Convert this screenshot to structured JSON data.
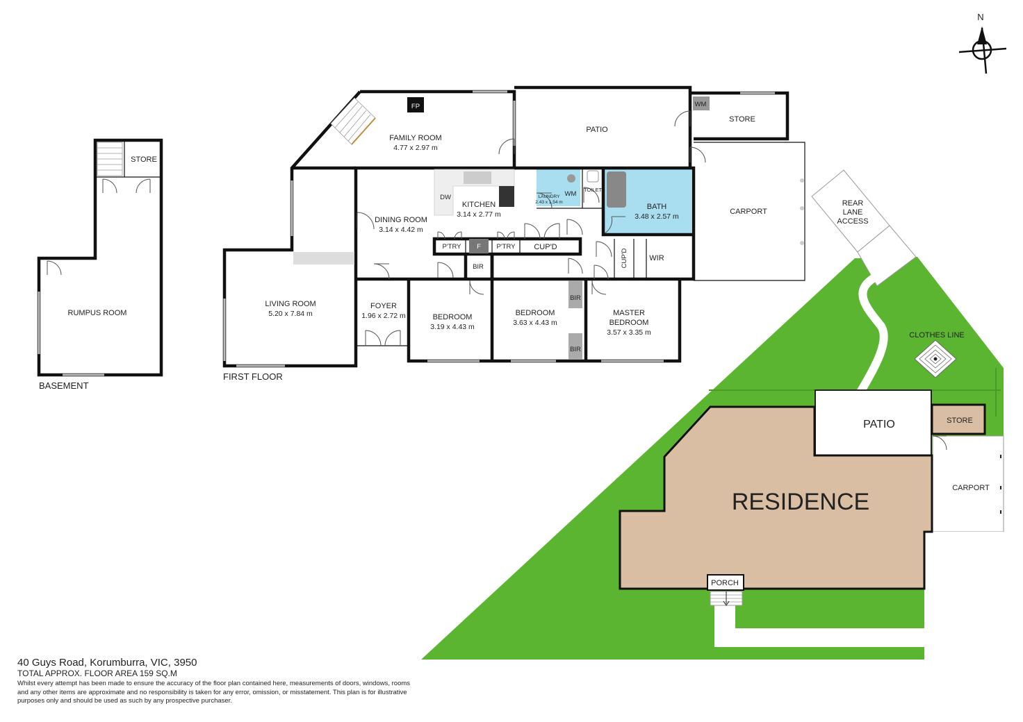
{
  "compass": {
    "north_label": "N",
    "icon": "compass-icon"
  },
  "basement": {
    "floor_label": "BASEMENT",
    "rooms": {
      "store": "STORE",
      "rumpus": "RUMPUS ROOM"
    }
  },
  "first_floor": {
    "floor_label": "FIRST FLOOR",
    "rooms": {
      "family_room": {
        "name": "FAMILY ROOM",
        "dims": "4.77 x 2.97 m"
      },
      "fp": "FP",
      "patio": "PATIO",
      "wm_store": "WM",
      "store": "STORE",
      "dw": "DW",
      "kitchen": {
        "name": "KITCHEN",
        "dims": "3.14 x 2.77 m"
      },
      "laundry": {
        "name": "LAUNDRY",
        "dims": "2.43 x 1.54 m"
      },
      "wm_laundry": "WM",
      "toilet": "TOILET",
      "bath": {
        "name": "BATH",
        "dims": "3.48 x 2.57 m"
      },
      "carport": "CARPORT",
      "dining_room": {
        "name": "DINING ROOM",
        "dims": "3.14 x 4.42 m"
      },
      "pantry_1": "P'TRY",
      "fridge": "F",
      "pantry_2": "P'TRY",
      "cupd_1": "CUP'D",
      "cupd_2": "CUP'D",
      "wir": "WIR",
      "bir_1": "BIR",
      "bir_2": "BIR",
      "bir_3": "BIR",
      "living_room": {
        "name": "LIVING ROOM",
        "dims": "5.20 x 7.84 m"
      },
      "foyer": {
        "name": "FOYER",
        "dims": "1.96 x 2.72 m"
      },
      "bedroom_1": {
        "name": "BEDROOM",
        "dims": "3.19 x 4.43 m"
      },
      "bedroom_2": {
        "name": "BEDROOM",
        "dims": "3.63 x 4.43 m"
      },
      "master": {
        "name_1": "MASTER",
        "name_2": "BEDROOM",
        "dims": "3.57 x 3.35 m"
      }
    }
  },
  "site": {
    "rear_lane_1": "REAR",
    "rear_lane_2": "LANE",
    "rear_lane_3": "ACCESS",
    "clothes_line": "CLOTHES LINE",
    "patio": "PATIO",
    "store": "STORE",
    "residence": "RESIDENCE",
    "carport": "CARPORT",
    "porch": "PORCH"
  },
  "footer": {
    "address": "40 Guys Road, Korumburra, VIC, 3950",
    "area": "TOTAL APPROX. FLOOR AREA 159 SQ.M",
    "disclaimer": "Whilst every attempt has been made to ensure the accuracy of the floor plan contained here, measurements of doors, windows, rooms and any other items are approximate and no responsibility is taken for any error, omission, or misstatement. This plan is for illustrative purposes only and should be used as such by any prospective purchaser."
  },
  "colors": {
    "grass": "#5cb531",
    "residence": "#d9bea3",
    "bath": "#a8def0",
    "wall": "#111111"
  }
}
